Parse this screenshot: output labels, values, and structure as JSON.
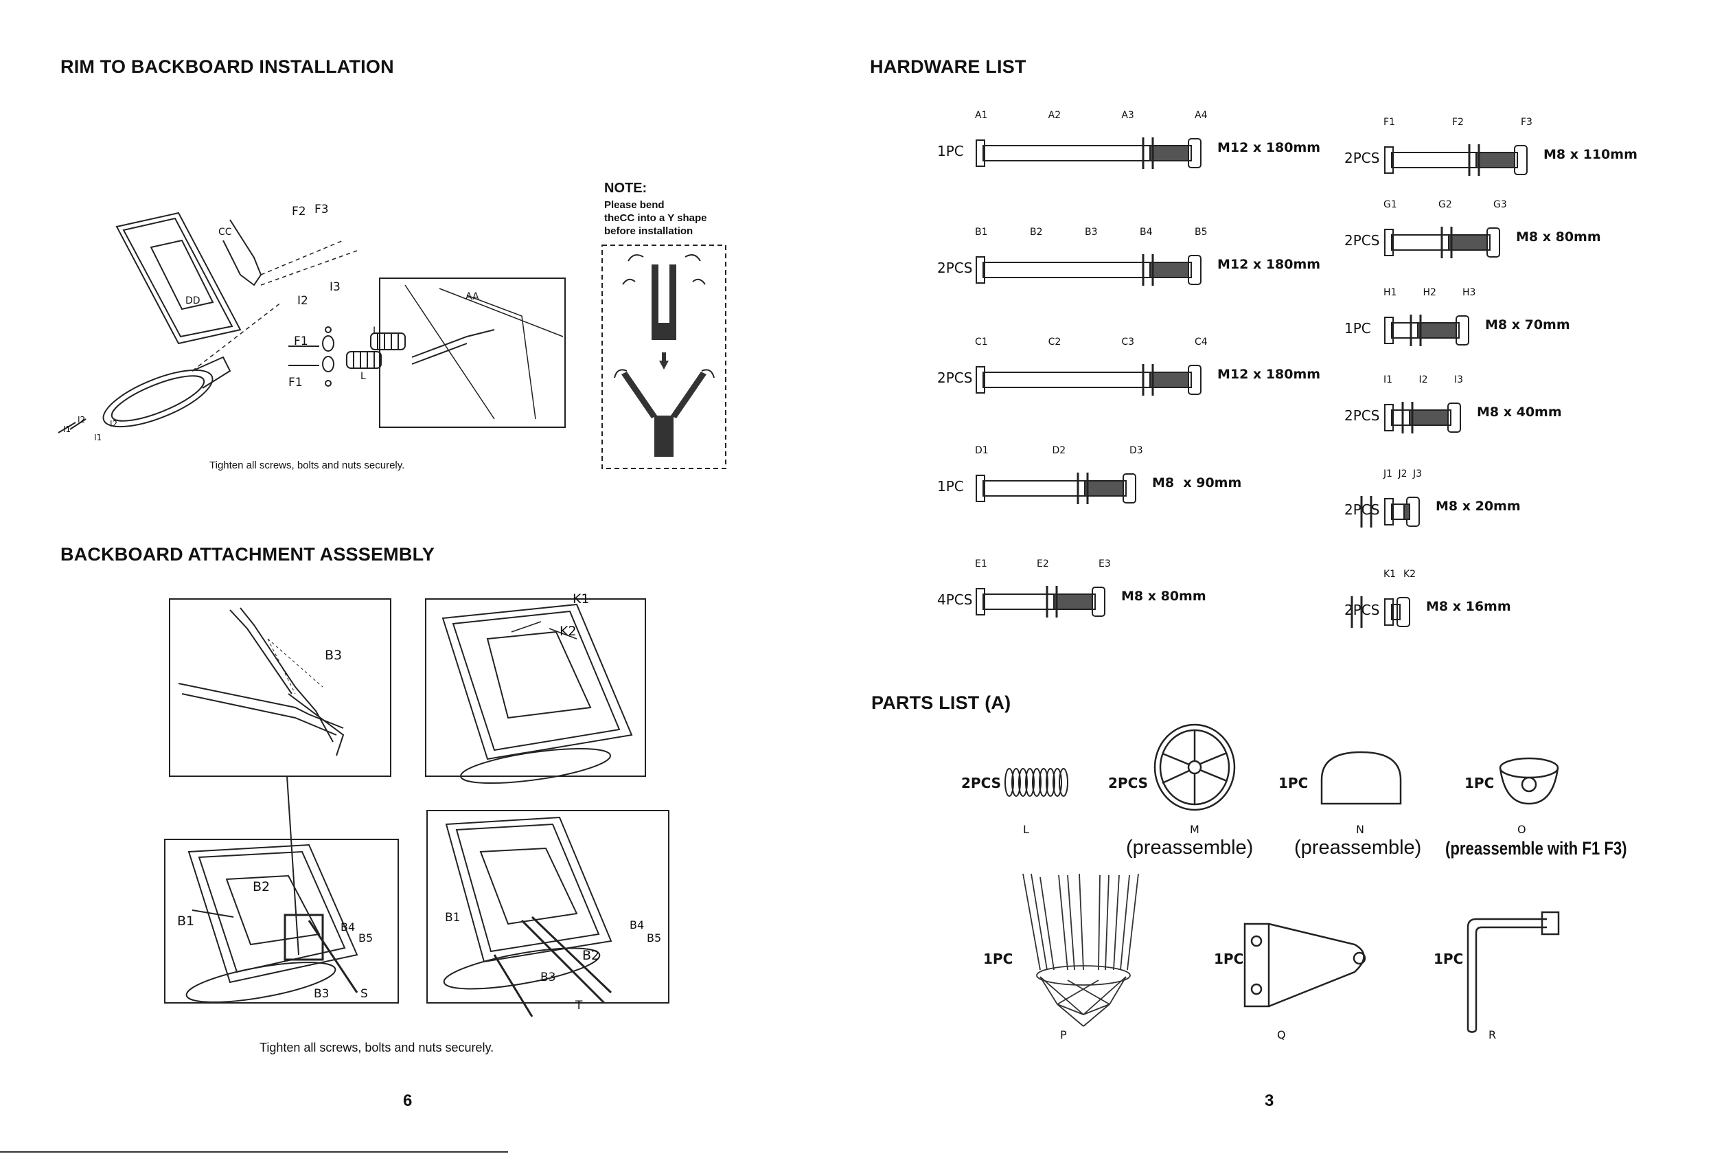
{
  "left_page": {
    "rim_title": "RIM TO BACKBOARD INSTALLATION",
    "rim_labels": [
      "F2",
      "F3",
      "CC",
      "I2",
      "I3",
      "DD",
      "F1",
      "F1",
      "L",
      "L",
      "AA",
      "I1",
      "I2",
      "I2",
      "I1"
    ],
    "note": {
      "title": "NOTE:",
      "line1": "Please bend",
      "line2": "theCC into a Y shape",
      "line3": "before installation"
    },
    "rim_caption": "Tighten all screws, bolts and nuts securely.",
    "attach_title": "BACKBOARD ATTACHMENT ASSSEMBLY",
    "attach_labels": [
      "B3",
      "K1",
      "K2",
      "B2",
      "B1",
      "B4",
      "B5",
      "B3",
      "S",
      "B1",
      "B4",
      "B5",
      "B2",
      "B3",
      "T"
    ],
    "attach_caption": "Tighten all screws, bolts and nuts securely.",
    "page_number": "6"
  },
  "right_page": {
    "hardware_title": "HARDWARE LIST",
    "hardware_left": [
      {
        "qty": "1PC",
        "size": "M12 x 180mm",
        "labels": [
          "A1",
          "A2",
          "A3",
          "A4"
        ]
      },
      {
        "qty": "2PCS",
        "size": "M12 x 180mm",
        "labels": [
          "B1",
          "B2",
          "B3",
          "B4",
          "B5"
        ]
      },
      {
        "qty": "2PCS",
        "size": "M12 x 180mm",
        "labels": [
          "C1",
          "C2",
          "C3",
          "C4"
        ]
      },
      {
        "qty": "1PC",
        "size": "M8  x 90mm",
        "labels": [
          "D1",
          "D2",
          "D3"
        ]
      },
      {
        "qty": "4PCS",
        "size": "M8 x 80mm",
        "labels": [
          "E1",
          "E2",
          "E3"
        ]
      }
    ],
    "hardware_right": [
      {
        "qty": "2PCS",
        "size": "M8 x 110mm",
        "labels": [
          "F1",
          "F2",
          "F3"
        ]
      },
      {
        "qty": "2PCS",
        "size": "M8 x 80mm",
        "labels": [
          "G1",
          "G2",
          "G3"
        ]
      },
      {
        "qty": "1PC",
        "size": "M8 x 70mm",
        "labels": [
          "H1",
          "H2",
          "H3"
        ]
      },
      {
        "qty": "2PCS",
        "size": "M8 x 40mm",
        "labels": [
          "I1",
          "I2",
          "I3"
        ]
      },
      {
        "qty": "2PCS",
        "size": "M8 x 20mm",
        "labels": [
          "J1",
          "J2",
          "J3"
        ]
      },
      {
        "qty": "2PCS",
        "size": "M8 x 16mm",
        "labels": [
          "K1",
          "K2"
        ]
      }
    ],
    "parts_title": "PARTS LIST (A)",
    "parts_row1": [
      {
        "qty": "2PCS",
        "letter": "L",
        "note": ""
      },
      {
        "qty": "2PCS",
        "letter": "M",
        "note": "(preassemble)"
      },
      {
        "qty": "1PC",
        "letter": "N",
        "note": "(preassemble)"
      },
      {
        "qty": "1PC",
        "letter": "O",
        "note": "(preassemble with F1 F3)"
      }
    ],
    "parts_row2": [
      {
        "qty": "1PC",
        "letter": "P"
      },
      {
        "qty": "1PC",
        "letter": "Q"
      },
      {
        "qty": "1PC",
        "letter": "R"
      }
    ],
    "page_number": "3"
  }
}
